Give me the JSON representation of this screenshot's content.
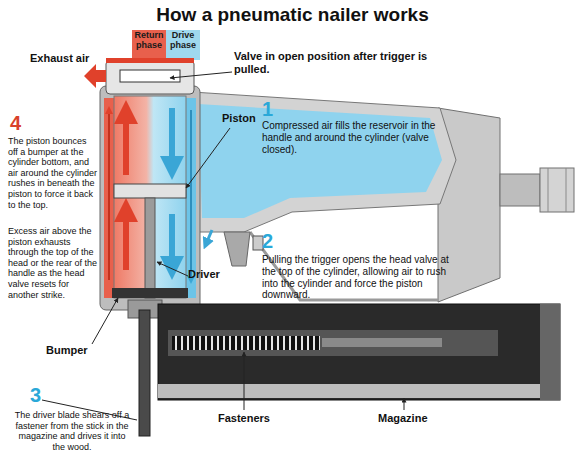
{
  "diagram": {
    "title": "How a pneumatic nailer works",
    "labels": [
      "Exhaust air",
      "Valve in open position after trigger is pulled.",
      "1",
      "Compressed air fills the reservoir in the handle and around the cylinder (valve closed).",
      "Piston",
      "4",
      "The piston bounces off a bumper at the cylinder bottom, and air around the cylinder rushes in beneath the piston to force it back to the top.",
      "Excess air above the piston exhausts through the top of the head or the rear of the handle as the head valve resets for another strike.",
      "2",
      "Pulling the trigger opens the head valve at the top of the cylinder, allowing air to rush into the cylinder and force the piston downward.",
      "Driver",
      "Bumper",
      "3",
      "The driver blade shears off a fastener from the stick in the magazine and drives it into the wood.",
      "Fasteners",
      "Magazine"
    ],
    "legend": [
      {
        "text": "Return phase",
        "color": "#e8604c"
      },
      {
        "text": "Drive phase",
        "color": "#9fd8ee"
      }
    ]
  }
}
